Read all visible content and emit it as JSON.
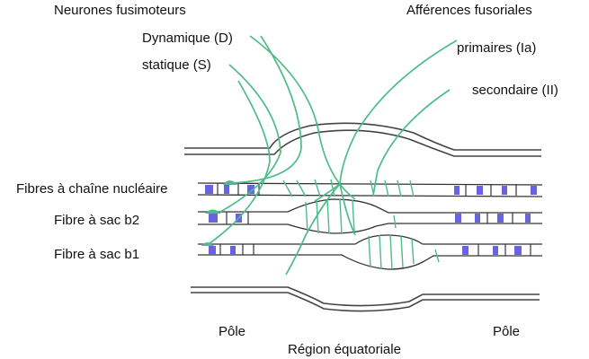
{
  "labels": {
    "fusimotor_neurons": "Neurones fusimoteurs",
    "dynamic": "Dynamique (D)",
    "static": "statique  (S)",
    "fusorial_afferents": "Afférences fusoriales",
    "primary": "primaires (Ia)",
    "secondary": "secondaire (II)",
    "nuclear_chain": "Fibres à chaîne nucléaire",
    "bag_b2": "Fibre à sac b2",
    "bag_b1": "Fibre à sac b1",
    "pole_left": "Pôle",
    "pole_right": "Pôle",
    "equatorial": "Région équatoriale"
  },
  "colors": {
    "nerve": "#4dbb8a",
    "stripe": "#6a62e0",
    "outline": "#333333"
  }
}
